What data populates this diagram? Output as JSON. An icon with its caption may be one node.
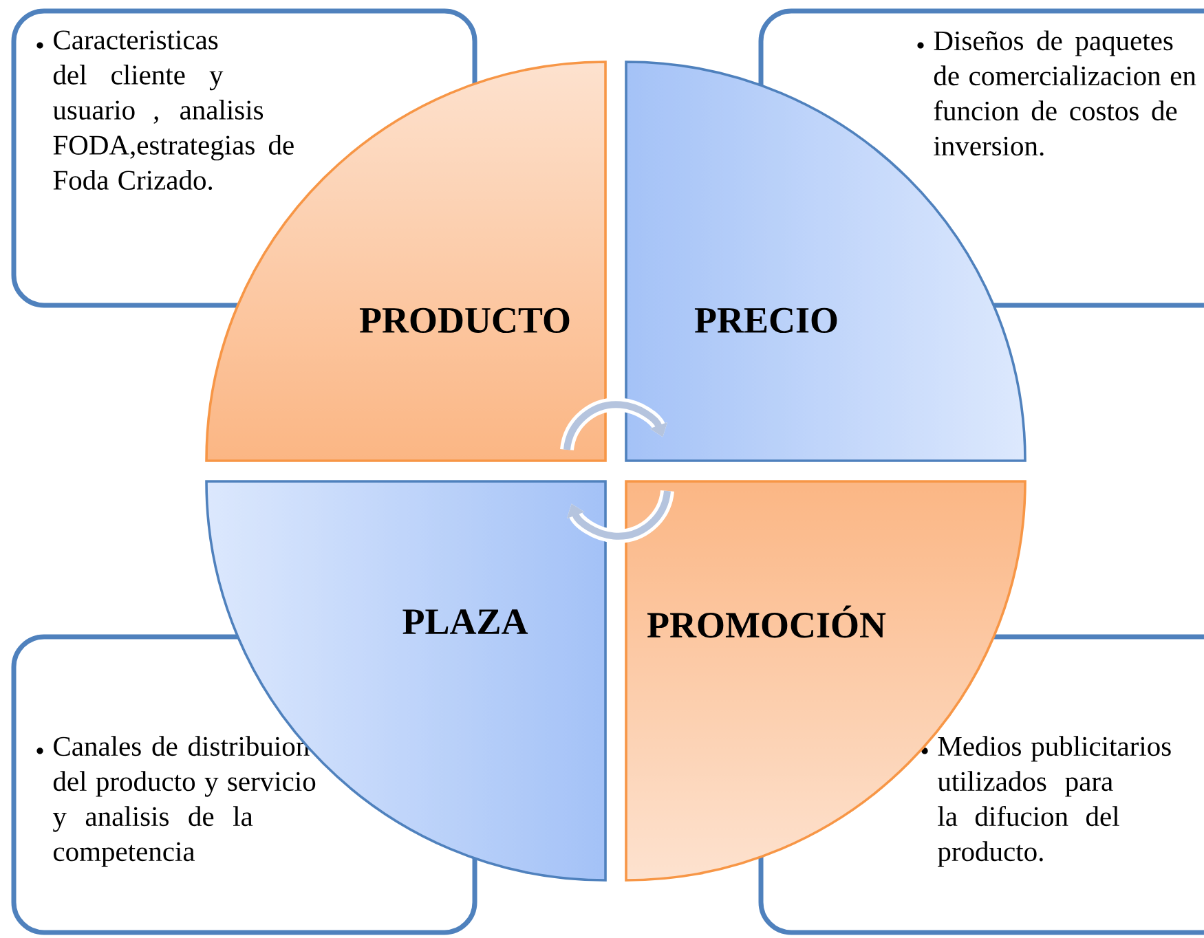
{
  "diagram": {
    "nodes": [
      {
        "text": [
          "Caracteristicas del cliente y usuario , analisis FODA,estrategias de Foda Crizado."
        ]
      },
      {
        "text": [
          "PRODUCTO"
        ]
      },
      {
        "text": [
          "PRECIO"
        ]
      },
      {
        "text": [
          "Diseños de paquetes de comercializacion en funcion de costos de inversion."
        ]
      },
      {
        "text": [
          "PLAZA"
        ]
      },
      {
        "text": [
          "PROMOCIÓN"
        ]
      },
      {
        "text": [
          "Canales de distribuion del producto y servicio y analisis de la competencia"
        ]
      },
      {
        "text": [
          "Medios publicitarios utilizados para la difucion del producto."
        ]
      }
    ],
    "edges": [
      {
        "from": 1,
        "to": 2,
        "arrow": "to"
      },
      {
        "from": 5,
        "to": 4,
        "arrow": "to"
      }
    ]
  }
}
